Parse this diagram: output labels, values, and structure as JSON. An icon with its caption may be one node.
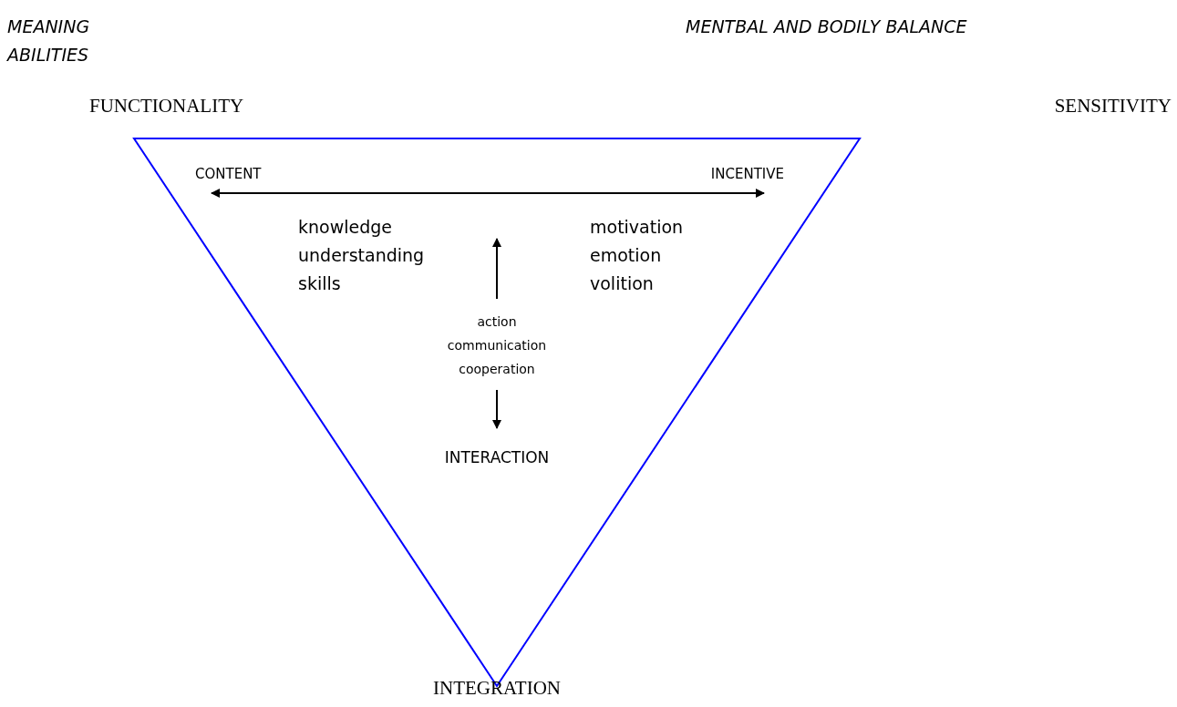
{
  "diagram": {
    "nodes": [
      {
        "text": [],
        "shape": "triangle"
      },
      {
        "text": [
          "CONTENT"
        ],
        "in": 0
      },
      {
        "text": [
          "INCENTIVE"
        ],
        "in": 0
      },
      {
        "text": [
          "action communication cooperation"
        ],
        "in": 0
      },
      {
        "text": [
          "INTERACTION"
        ],
        "in": 0
      }
    ],
    "edges": [
      {
        "from": 1,
        "to": 2,
        "arrow": "both"
      },
      {
        "from": 3,
        "to": null,
        "arrow": "to"
      },
      {
        "from": 3,
        "to": 4,
        "arrow": "to"
      }
    ],
    "labels": [
      "MEANING ABILITIES",
      "MENTBAL AND BODILY BALANCE",
      "FUNCTIONALITY",
      "SENSITIVITY",
      "knowledge understanding skills",
      "motivation emotion volition",
      "INTEGRATION"
    ]
  }
}
